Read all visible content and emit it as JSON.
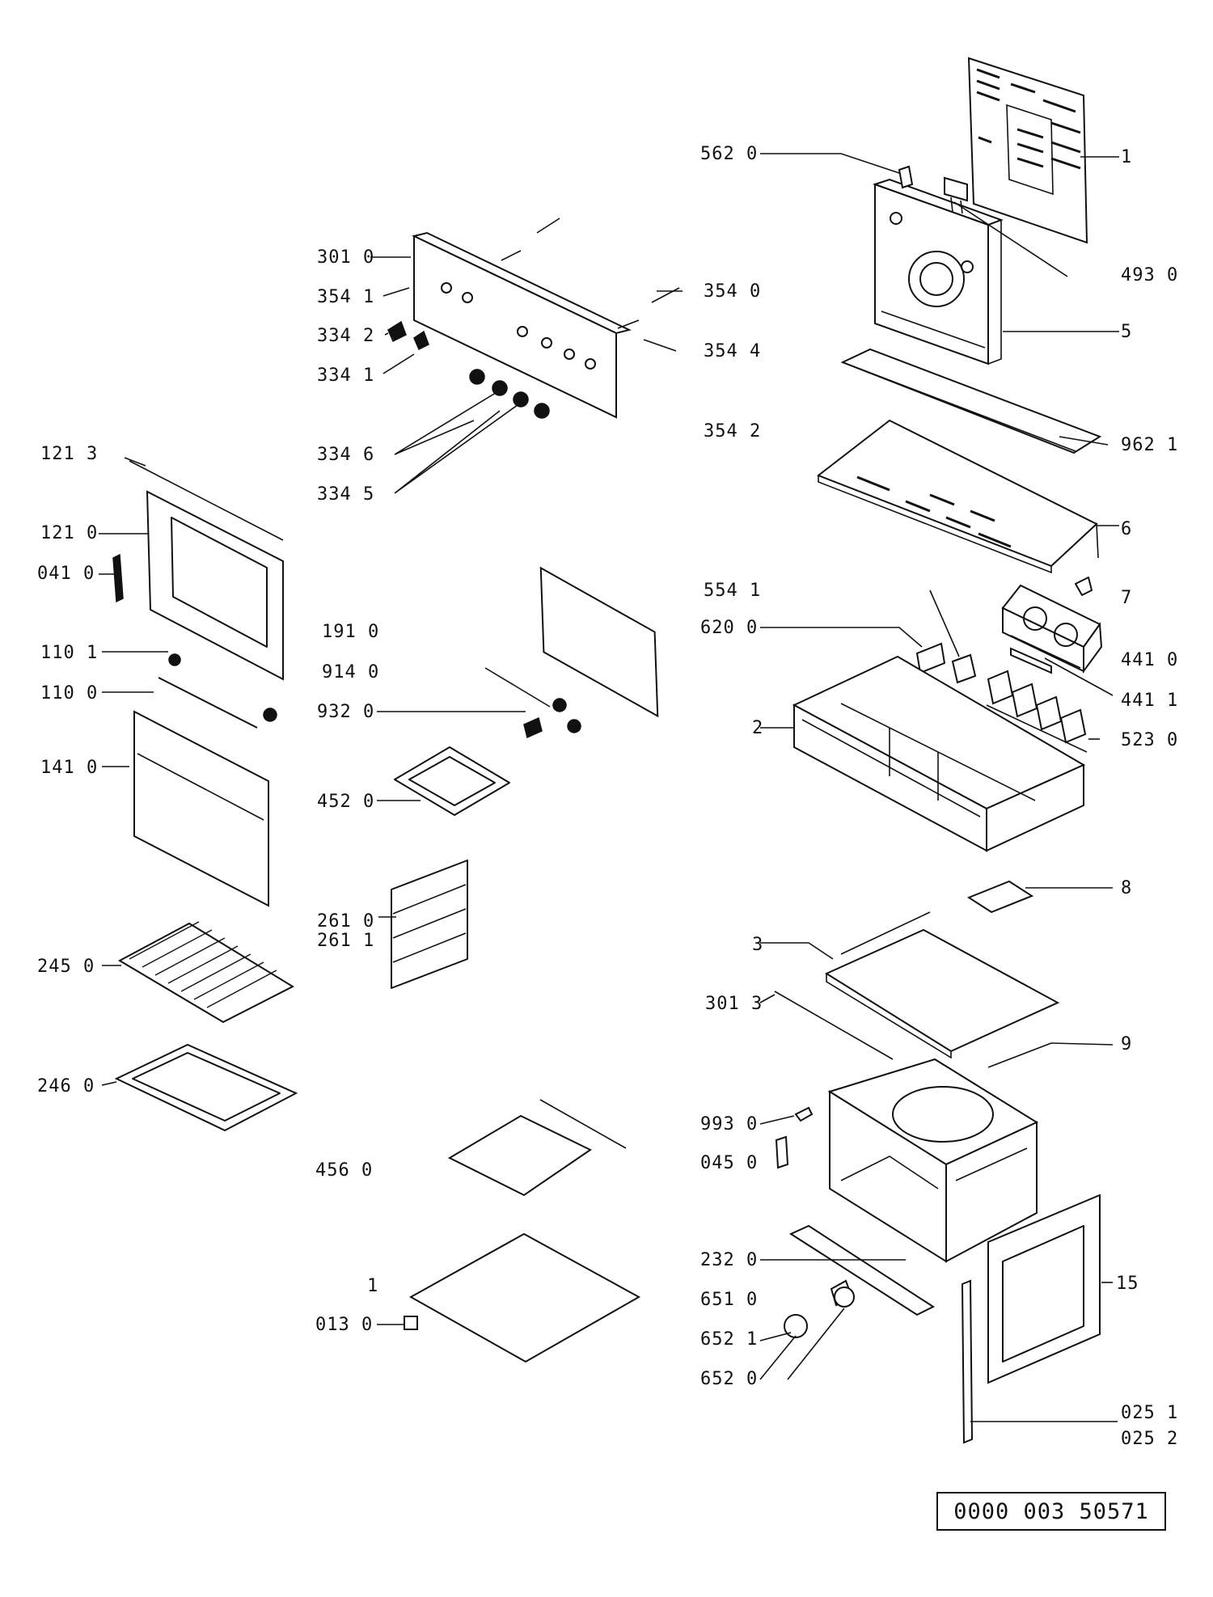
{
  "labels": {
    "l_562_0": "562 0",
    "l_493_0": "493 0",
    "l_1": "1",
    "l_301_0": "301 0",
    "l_354_1": "354 1",
    "l_354_0": "354 0",
    "l_334_2": "334 2",
    "l_354_4": "354 4",
    "l_5": "5",
    "l_334_1": "334 1",
    "l_354_2": "354 2",
    "l_121_3": "121 3",
    "l_334_6": "334 6",
    "l_962_1": "962 1",
    "l_334_5": "334 5",
    "l_121_0": "121 0",
    "l_6": "6",
    "l_041_0": "041 0",
    "l_554_1": "554 1",
    "l_7": "7",
    "l_191_0": "191 0",
    "l_620_0": "620 0",
    "l_110_1": "110 1",
    "l_441_0": "441 0",
    "l_914_0": "914 0",
    "l_110_0": "110 0",
    "l_441_1": "441 1",
    "l_932_0": "932 0",
    "l_2": "2",
    "l_523_0": "523 0",
    "l_141_0": "141 0",
    "l_452_0": "452 0",
    "l_8": "8",
    "l_261_0": "261 0",
    "l_261_1": "261 1",
    "l_3": "3",
    "l_245_0": "245 0",
    "l_301_3": "301 3",
    "l_9": "9",
    "l_246_0": "246 0",
    "l_993_0": "993 0",
    "l_045_0": "045 0",
    "l_456_0": "456 0",
    "l_232_0": "232 0",
    "l_15": "15",
    "l_651_0": "651 0",
    "l_1b": "1",
    "l_013_0": "013 0",
    "l_652_1": "652 1",
    "l_652_0": "652 0",
    "l_025_1": "025 1",
    "l_025_2": "025 2"
  },
  "doc_number": "0000 003 50571"
}
